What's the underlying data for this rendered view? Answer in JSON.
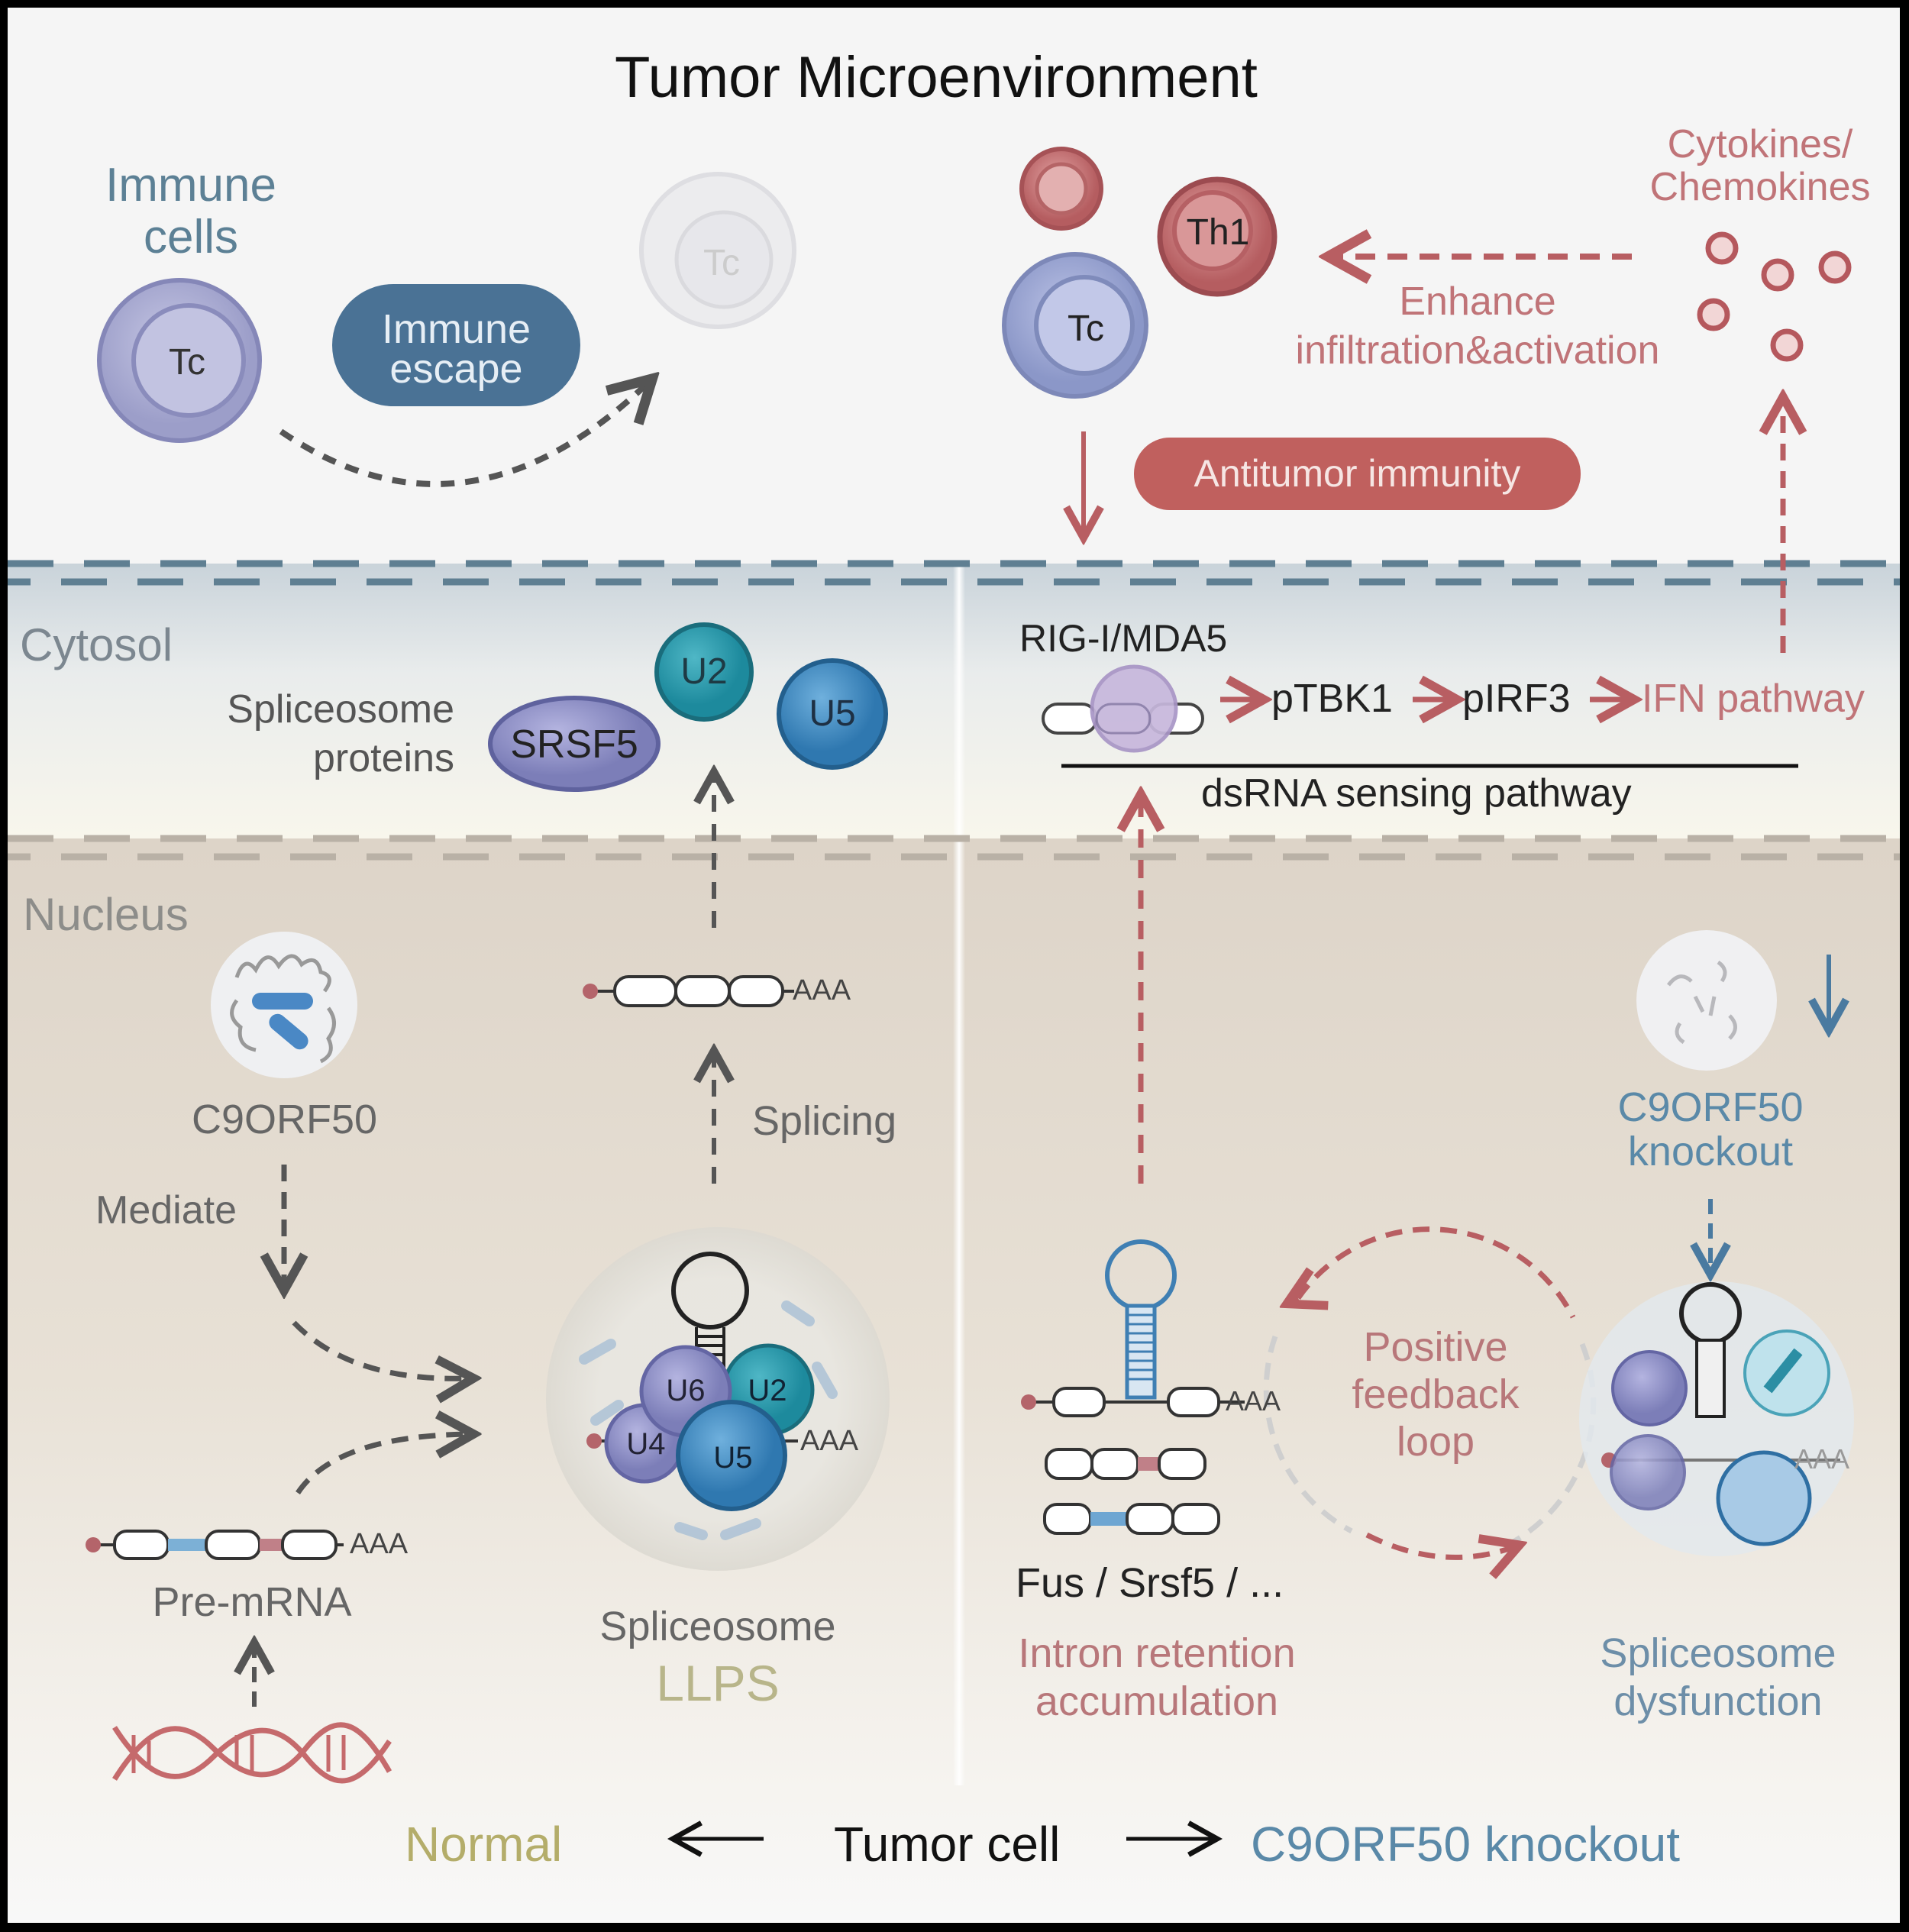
{
  "title": "Tumor Microenvironment",
  "colors": {
    "tc_cell": "#9a9cc8",
    "immune_escape_pill": "#4a7295",
    "antitumor_pill": "#c0605e",
    "red_accent": "#b75a5c",
    "blue_accent": "#4a7aa0",
    "llps_text": "#b8b58a",
    "normal_text": "#b4ad6a",
    "knockout_text": "#5a89a8",
    "region_label": "#7c8790"
  },
  "top_left": {
    "immune_cells_label_line1": "Immune",
    "immune_cells_label_line2": "cells",
    "tc_label": "Tc",
    "immune_escape_line1": "Immune",
    "immune_escape_line2": "escape",
    "faded_tc_label": "Tc"
  },
  "top_right": {
    "th1_label": "Th1",
    "tc_label": "Tc",
    "cytokines_line1": "Cytokines/",
    "cytokines_line2": "Chemokines",
    "enhance_line1": "Enhance",
    "enhance_line2": "infiltration&activation",
    "antitumor_label": "Antitumor immunity"
  },
  "regions": {
    "cytosol": "Cytosol",
    "nucleus": "Nucleus"
  },
  "cytosol_left": {
    "spliceosome_proteins_line1": "Spliceosome",
    "spliceosome_proteins_line2": "proteins",
    "srsf5": "SRSF5",
    "u2": "U2",
    "u5": "U5"
  },
  "cytosol_right": {
    "rig_label": "RIG-I/MDA5",
    "ptbk1": "pTBK1",
    "pirf3": "pIRF3",
    "ifn": "IFN pathway",
    "dsrna": "dsRNA sensing pathway"
  },
  "nucleus_left": {
    "c9orf50": "C9ORF50",
    "mediate": "Mediate",
    "splicing": "Splicing",
    "aaa": "AAA",
    "pre_mrna": "Pre-mRNA",
    "spliceosome": "Spliceosome",
    "llps": "LLPS",
    "u6": "U6",
    "u2": "U2",
    "u4": "U4",
    "u5": "U5"
  },
  "nucleus_right": {
    "knockout_line1": "C9ORF50",
    "knockout_line2": "knockout",
    "feedback_line1": "Positive",
    "feedback_line2": "feedback",
    "feedback_line3": "loop",
    "genes": "Fus / Srsf5 / ...",
    "intron_line1": "Intron retention",
    "intron_line2": "accumulation",
    "dysfunction_line1": "Spliceosome",
    "dysfunction_line2": "dysfunction",
    "aaa": "AAA",
    "aaa2": "AAA"
  },
  "footer": {
    "normal": "Normal",
    "tumor_cell": "Tumor cell",
    "knockout": "C9ORF50 knockout"
  }
}
